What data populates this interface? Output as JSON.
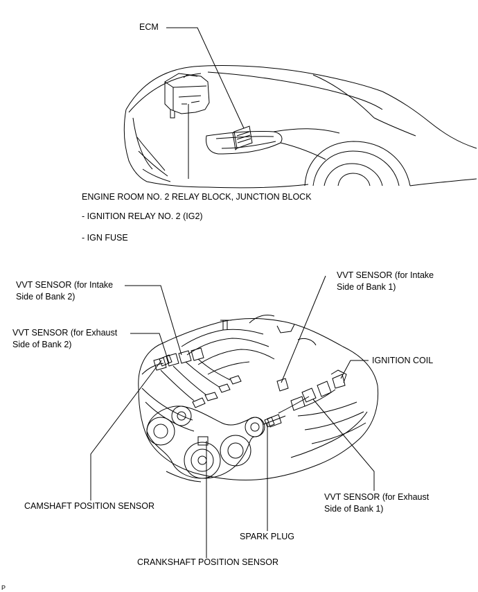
{
  "top_labels": {
    "ecm": "ECM",
    "relay_block": "ENGINE ROOM NO. 2 RELAY BLOCK, JUNCTION BLOCK",
    "ignition_relay": "- IGNITION RELAY NO. 2 (IG2)",
    "ign_fuse": "- IGN FUSE"
  },
  "engine_labels": {
    "vvt_intake_bank2_line1": "VVT SENSOR (for Intake",
    "vvt_intake_bank2_line2": "Side of Bank 2)",
    "vvt_exhaust_bank2_line1": "VVT SENSOR (for Exhaust",
    "vvt_exhaust_bank2_line2": "Side of Bank 2)",
    "vvt_intake_bank1_line1": "VVT SENSOR (for Intake",
    "vvt_intake_bank1_line2": "Side of Bank 1)",
    "ignition_coil": "IGNITION COIL",
    "camshaft_sensor": "CAMSHAFT POSITION SENSOR",
    "vvt_exhaust_bank1_line1": "VVT SENSOR (for Exhaust",
    "vvt_exhaust_bank1_line2": "Side of Bank 1)",
    "spark_plug": "SPARK PLUG",
    "crankshaft_sensor": "CRANKSHAFT POSITION SENSOR"
  },
  "corner_mark": "P"
}
